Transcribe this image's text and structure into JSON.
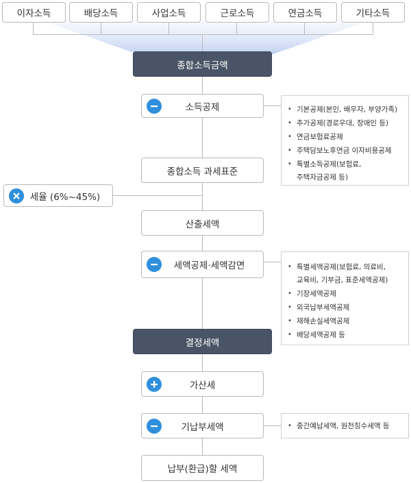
{
  "sources": [
    "이자소득",
    "배당소득",
    "사업소득",
    "근로소득",
    "연금소득",
    "기타소득"
  ],
  "steps": {
    "total_income": "종합소득금액",
    "income_deduction": "소득공제",
    "tax_base": "종합소득 과세표준",
    "tax_rate": "세율 (6%~45%)",
    "calculated_tax": "산출세액",
    "tax_credit": "세액공제·세액감면",
    "determined_tax": "결정세액",
    "additional_tax": "가산세",
    "prepaid_tax": "기납부세액",
    "final_tax": "납부(환급)할 세액"
  },
  "notes": {
    "income_deduction": [
      "기본공제(본인, 배우자, 부양가족)",
      "추가공제(경로우대, 장애인 등)",
      "연금보험료공제",
      "주택담보노후연금 이자비용공제",
      "특별소득공제(보험료,",
      "주택자금공제 등)"
    ],
    "tax_credit": [
      "특별세액공제(보험료, 의료비,",
      "교육비, 기부금, 표준세액공제)",
      "기장세액공제",
      "외국납부세액공제",
      "재해손실세액공제",
      "배당세액공제 등"
    ],
    "prepaid_tax": [
      "중간예납세액, 원천징수세액 등"
    ]
  },
  "colors": {
    "dark_box": "#495466",
    "icon": "#2f8fdc",
    "funnel": "#cbd9f3"
  }
}
